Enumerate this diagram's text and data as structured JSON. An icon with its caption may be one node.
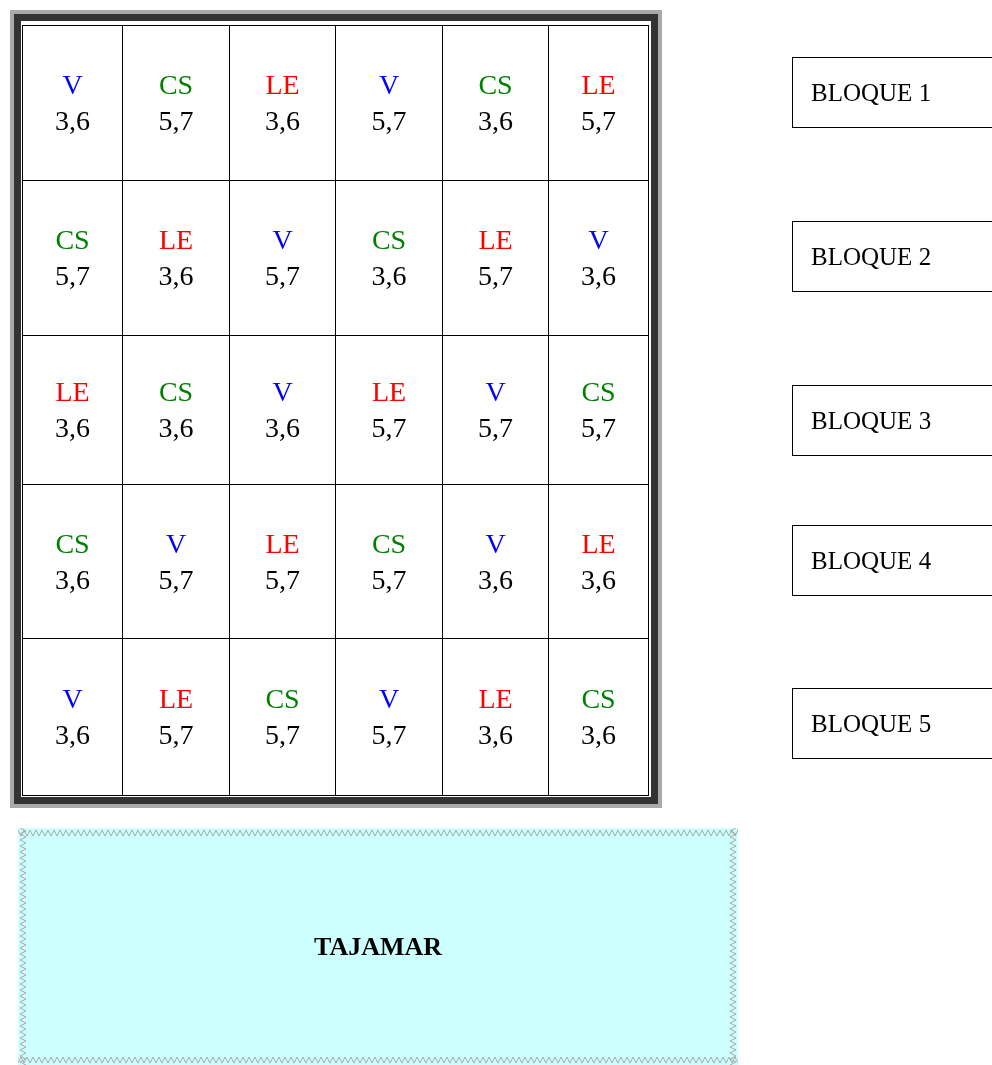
{
  "diagram": {
    "nodes": [
      {
        "text": [],
        "shape": "box"
      },
      {
        "text": [
          "V",
          "3,6"
        ],
        "in": 0
      },
      {
        "text": [
          "CS",
          "5,7"
        ],
        "in": 0
      },
      {
        "text": [
          "LE",
          "3,6"
        ],
        "in": 0
      },
      {
        "text": [
          "V",
          "5,7"
        ],
        "in": 0
      },
      {
        "text": [
          "CS",
          "3,6"
        ],
        "in": 0
      },
      {
        "text": [
          "LE",
          "5,7"
        ],
        "in": 0
      },
      {
        "text": [
          "CS",
          "5,7"
        ],
        "in": 0
      },
      {
        "text": [
          "LE",
          "3,6"
        ],
        "in": 0
      },
      {
        "text": [
          "V",
          "5,7"
        ],
        "in": 0
      },
      {
        "text": [
          "CS",
          "3,6"
        ],
        "in": 0
      },
      {
        "text": [
          "LE",
          "5,7"
        ],
        "in": 0
      },
      {
        "text": [
          "V",
          "3,6"
        ],
        "in": 0
      },
      {
        "text": [
          "LE",
          "3,6"
        ],
        "in": 0
      },
      {
        "text": [
          "CS",
          "3,6"
        ],
        "in": 0
      },
      {
        "text": [
          "V",
          "3,6"
        ],
        "in": 0
      },
      {
        "text": [
          "LE",
          "5,7"
        ],
        "in": 0
      },
      {
        "text": [
          "V",
          "5,7"
        ],
        "in": 0
      },
      {
        "text": [
          "CS",
          "5,7"
        ],
        "in": 0
      },
      {
        "text": [
          "CS",
          "3,6"
        ],
        "in": 0
      },
      {
        "text": [
          "V",
          "5,7"
        ],
        "in": 0
      },
      {
        "text": [
          "LE",
          "5,7"
        ],
        "in": 0
      },
      {
        "text": [
          "CS",
          "5,7"
        ],
        "in": 0
      },
      {
        "text": [
          "V",
          "3,6"
        ],
        "in": 0
      },
      {
        "text": [
          "LE",
          "3,6"
        ],
        "in": 0
      },
      {
        "text": [
          "V",
          "3,6"
        ],
        "in": 0
      },
      {
        "text": [
          "LE",
          "5,7"
        ],
        "in": 0
      },
      {
        "text": [
          "CS",
          "5,7"
        ],
        "in": 0
      },
      {
        "text": [
          "V",
          "5,7"
        ],
        "in": 0
      },
      {
        "text": [
          "LE",
          "3,6"
        ],
        "in": 0
      },
      {
        "text": [
          "CS",
          "3,6"
        ],
        "in": 0
      },
      {
        "text": [
          "BLOQUE 1"
        ]
      },
      {
        "text": [
          "BLOQUE 2"
        ]
      },
      {
        "text": [
          "BLOQUE 3"
        ]
      },
      {
        "text": [
          "BLOQUE 4"
        ]
      },
      {
        "text": [
          "BLOQUE 5"
        ]
      },
      {
        "text": [
          "TAJAMAR"
        ]
      }
    ]
  }
}
